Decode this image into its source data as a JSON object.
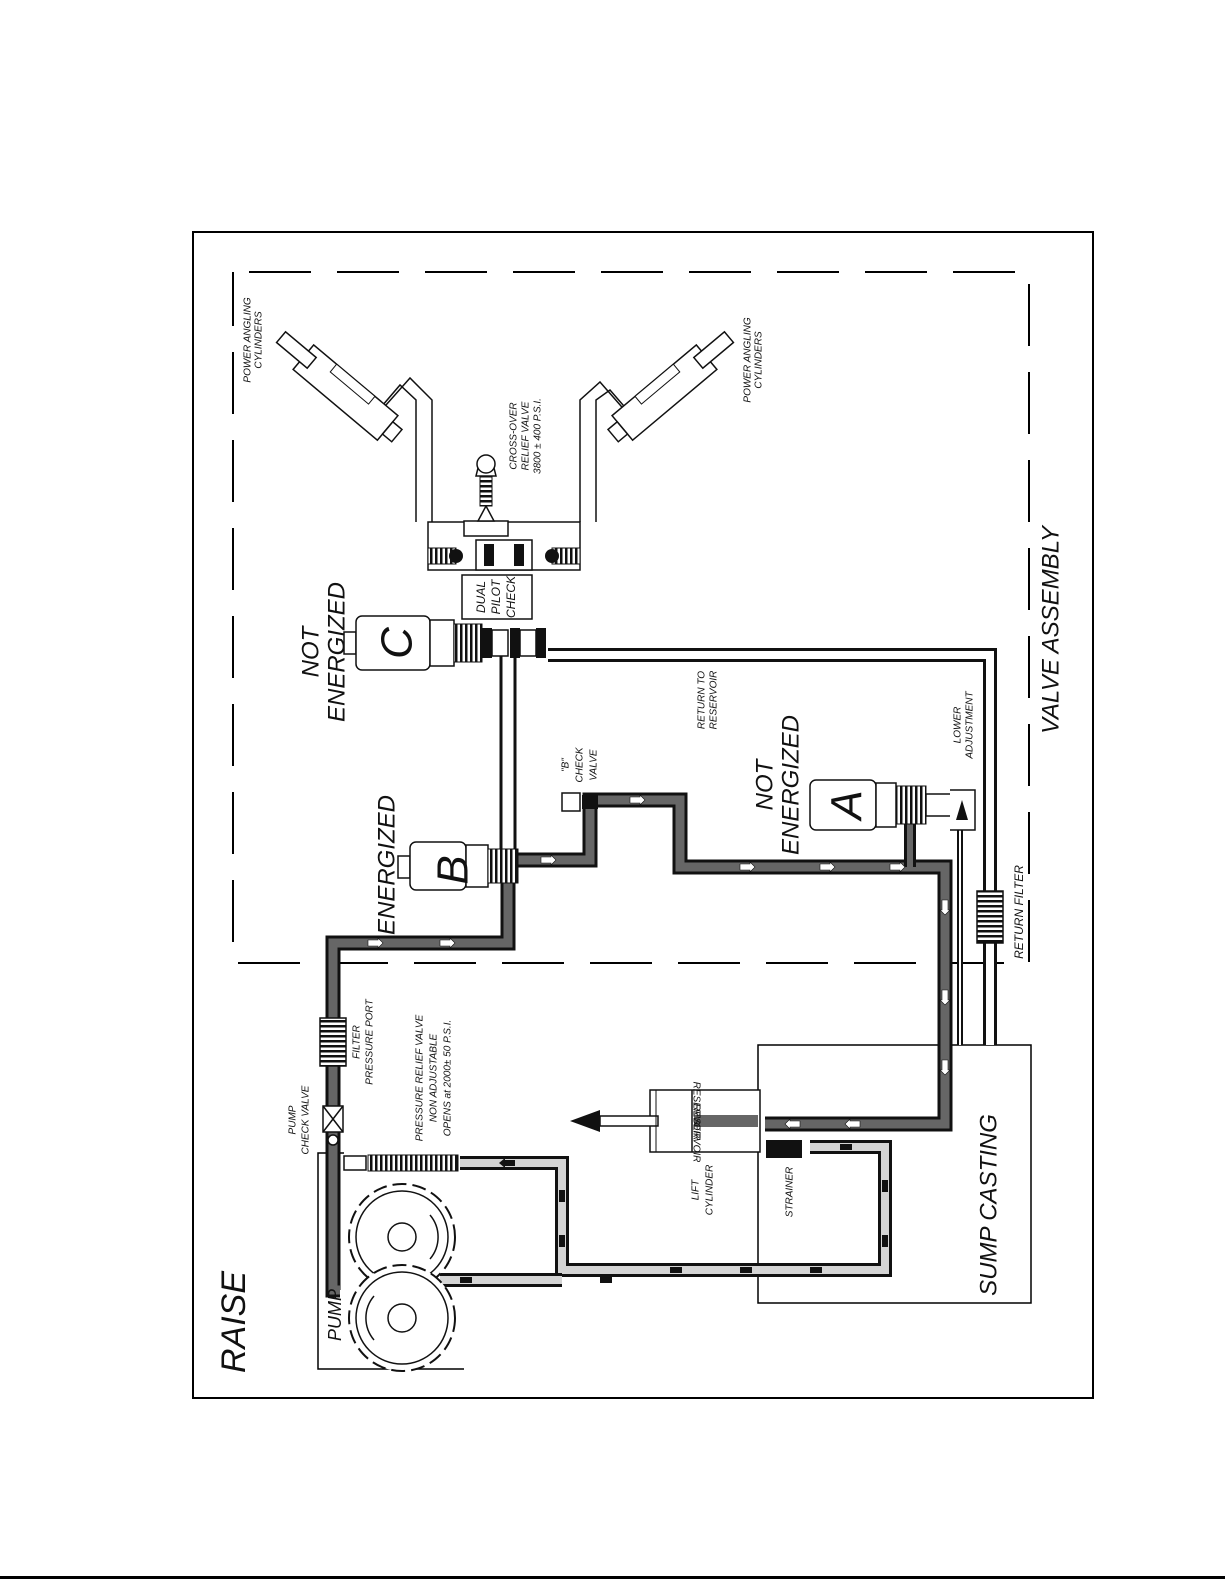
{
  "mode_title": "RAISE",
  "regions": {
    "valve_assembly": "VALVE ASSEMBLY",
    "sump_casting": "SUMP CASTING",
    "pump": "PUMP"
  },
  "valves": {
    "b": {
      "letter": "B",
      "state": "ENERGIZED"
    },
    "c": {
      "letter": "C",
      "state_line1": "NOT",
      "state_line2": "ENERGIZED"
    },
    "a": {
      "letter": "A",
      "state_line1": "NOT",
      "state_line2": "ENERGIZED"
    }
  },
  "labels": {
    "power_angling_left_1": "POWER ANGLING",
    "power_angling_left_2": "CYLINDERS",
    "power_angling_right_1": "POWER ANGLING",
    "power_angling_right_2": "CYLINDERS",
    "crossover_1": "CROSS-OVER",
    "crossover_2": "RELIEF VALVE",
    "crossover_3": "3800 ± 400 P.S.I.",
    "dual_pilot_1": "DUAL",
    "dual_pilot_2": "PILOT",
    "dual_pilot_3": "CHECK",
    "return_to_1": "RETURN TO",
    "return_to_2": "RESERVOIR",
    "lower_adj_1": "LOWER",
    "lower_adj_2": "ADJUSTMENT",
    "b_check_1": "\"B\"",
    "b_check_2": "CHECK",
    "b_check_3": "VALVE",
    "return_filter": "RETURN FILTER",
    "filter_1": "FILTER",
    "filter_2": "PRESSURE PORT",
    "pump_check_1": "PUMP",
    "pump_check_2": "CHECK VALVE",
    "prv_1": "PRESSURE RELIEF VALVE",
    "prv_2": "NON ADJUSTABLE",
    "prv_3": "OPENS at 2000± 50 P.S.I.",
    "reservoir_top": "RESERVOIR",
    "reservoir_bottom": "RESERVOIR",
    "lift_1": "LIFT",
    "lift_2": "CYLINDER",
    "strainer": "STRAINER"
  }
}
